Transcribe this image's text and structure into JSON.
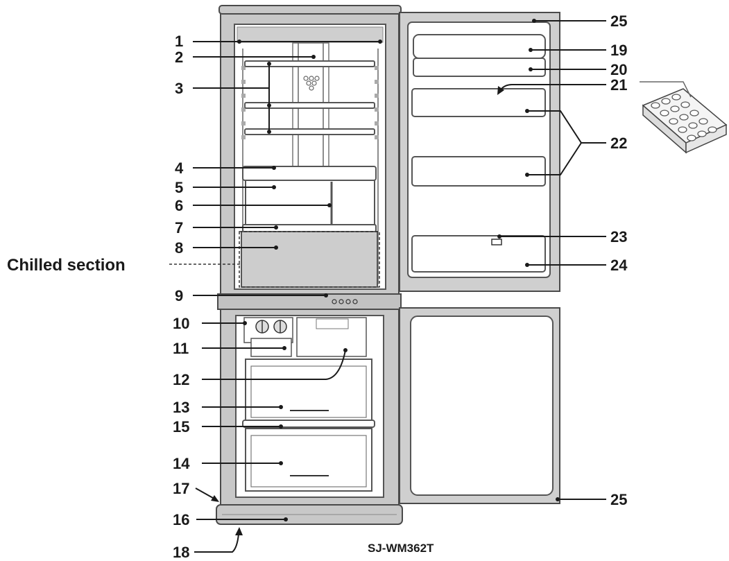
{
  "callouts": [
    "1",
    "2",
    "3",
    "4",
    "5",
    "6",
    "7",
    "8",
    "9",
    "10",
    "11",
    "12",
    "13",
    "15",
    "14",
    "17",
    "16",
    "18",
    "25",
    "19",
    "20",
    "21",
    "22",
    "23",
    "24",
    "25"
  ],
  "section_label": "Chilled section",
  "model": "SJ-WM362T"
}
